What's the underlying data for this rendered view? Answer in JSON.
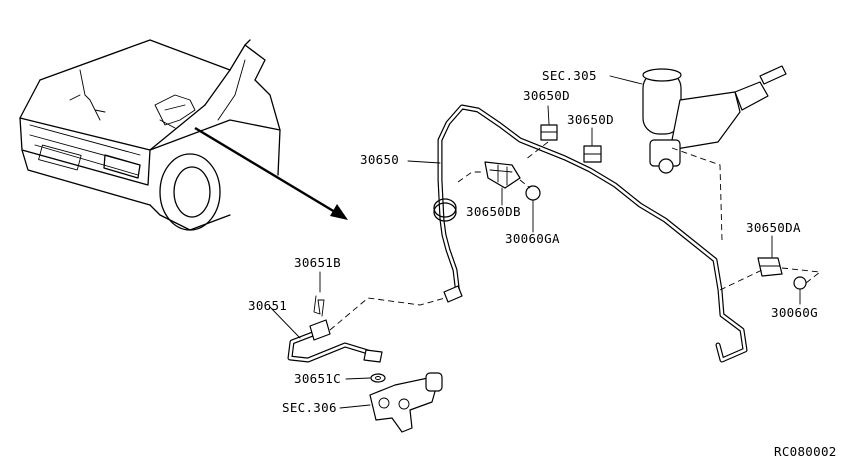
{
  "labels": {
    "sec305": "SEC.305",
    "p30650D_a": "30650D",
    "p30650D_b": "30650D",
    "p30650": "30650",
    "p30650DB": "30650DB",
    "p30060GA": "30060GA",
    "p30650DA": "30650DA",
    "p30060G": "30060G",
    "p30651B": "30651B",
    "p30651": "30651",
    "p30651C": "30651C",
    "sec306": "SEC.306",
    "ref_code": "RC080002"
  }
}
